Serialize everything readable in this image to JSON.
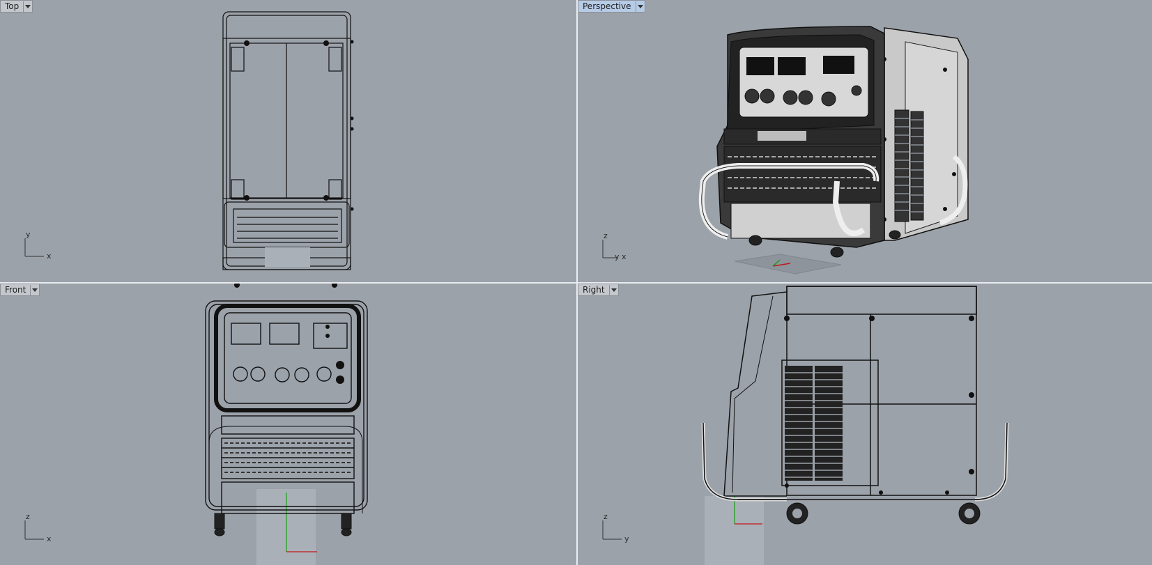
{
  "viewports": {
    "top": {
      "title": "Top",
      "axis_a": "y",
      "axis_b": "x"
    },
    "perspective": {
      "title": "Perspective",
      "axis_a": "z",
      "axis_b": "y",
      "axis_c": "x"
    },
    "front": {
      "title": "Front",
      "axis_a": "z",
      "axis_b": "x"
    },
    "right": {
      "title": "Right",
      "axis_a": "z",
      "axis_b": "y"
    }
  },
  "icons": {
    "dropdown": "chevron-down-icon"
  },
  "colors": {
    "background": "#9ca2aa",
    "active_tab": "#b6cbe6",
    "wire": "#111111",
    "grid": "#8e949b",
    "x_axis": "#c01818",
    "y_axis": "#18a018"
  }
}
